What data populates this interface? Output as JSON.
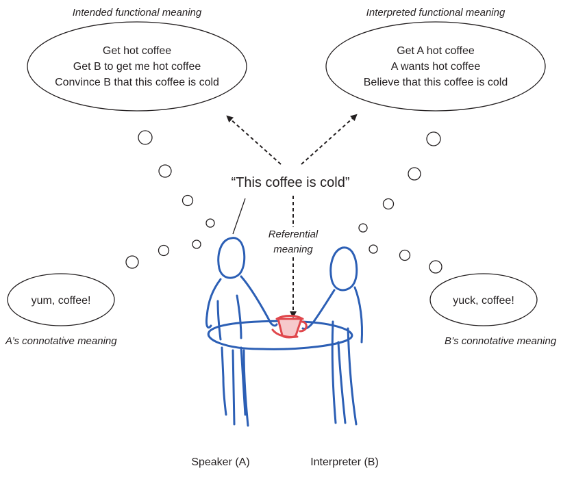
{
  "intended": {
    "caption": "Intended functional meaning",
    "lines": [
      "Get hot coffee",
      "Get B to get me hot coffee",
      "Convince B that this coffee is cold"
    ]
  },
  "interpreted": {
    "caption": "Interpreted functional meaning",
    "lines": [
      "Get A hot coffee",
      "A wants hot coffee",
      "Believe that this coffee is cold"
    ]
  },
  "utterance": "“This coffee is cold”",
  "referential": {
    "line1": "Referential",
    "line2": "meaning"
  },
  "speaker_connotation": {
    "bubble": "yum, coffee!",
    "caption": "A’s connotative meaning"
  },
  "interpreter_connotation": {
    "bubble": "yuck, coffee!",
    "caption": "B’s connotative meaning"
  },
  "people": {
    "speaker": "Speaker (A)",
    "interpreter": "Interpreter (B)"
  },
  "colors": {
    "sketch": "#2c5fb5",
    "cup": "#e0474c",
    "ink": "#231f20"
  }
}
